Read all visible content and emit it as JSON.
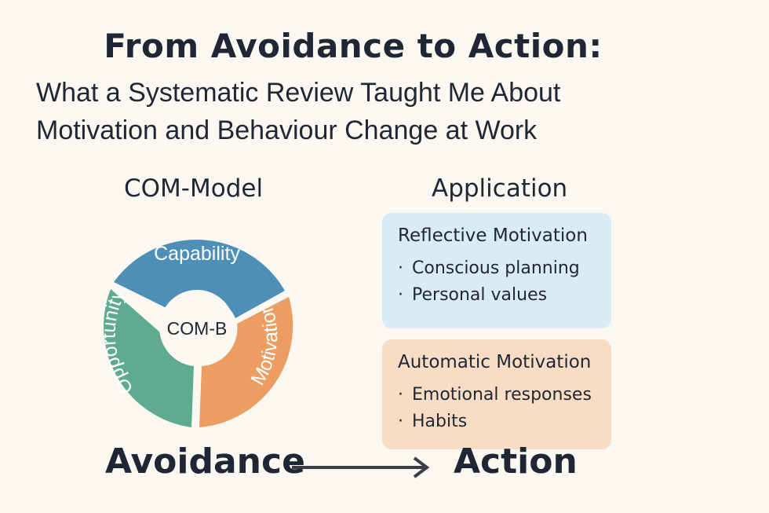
{
  "title": "From Avoidance to Action:",
  "subtitle_lines": [
    "What a Systematic Review Taught Me About",
    "Motivation and Behaviour Change at Work"
  ],
  "com_model": {
    "heading": "COM-Model",
    "center_label": "COM-B",
    "segments": [
      {
        "label": "Capability",
        "color": "#4e8fb8"
      },
      {
        "label": "Opportunity",
        "color": "#5eab8f"
      },
      {
        "label": "Motivation",
        "color": "#ec9d62"
      }
    ]
  },
  "application": {
    "heading": "Application",
    "cards": [
      {
        "title": "Reflective Motivation",
        "items": [
          "Conscious planning",
          "Personal values"
        ],
        "color": "#d9ecf6"
      },
      {
        "title": "Automatic Motivation",
        "items": [
          "Emotional responses",
          "Habits"
        ],
        "color": "#f8dcc3"
      }
    ]
  },
  "flow": {
    "from": "Avoidance",
    "to": "Action"
  },
  "bullet_glyph": "·"
}
